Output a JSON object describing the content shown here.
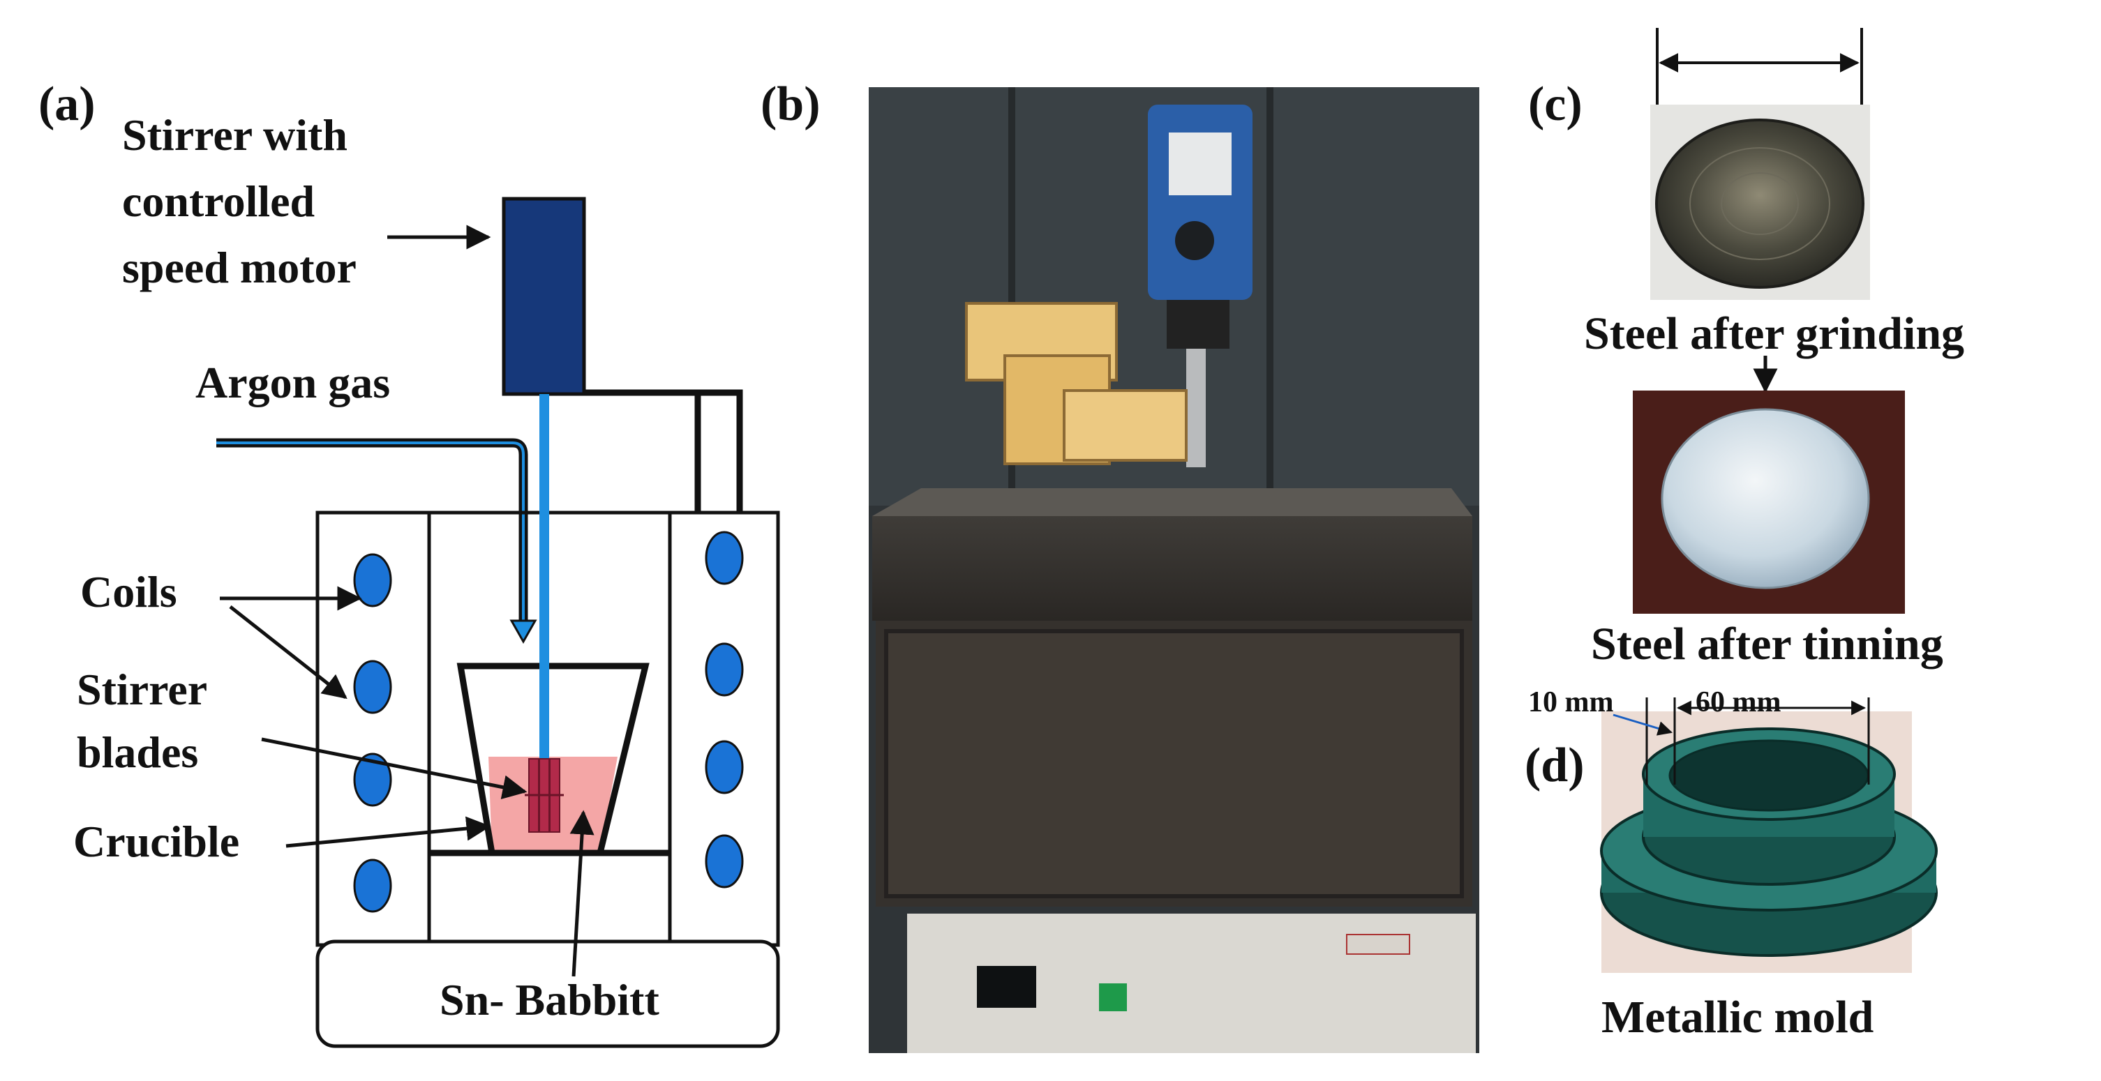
{
  "panels": {
    "a": {
      "tag": "(a)",
      "motor_label": [
        "Stirrer with",
        "controlled",
        "speed motor"
      ],
      "gas_label": "Argon gas",
      "coils_label": "Coils",
      "blades_label": [
        "Stirrer",
        "blades"
      ],
      "crucible_label": "Crucible",
      "melt_label": "Sn- Babbitt",
      "colors": {
        "motor": "#16387a",
        "shaft": "#1e8fe0",
        "coil": "#1a73d6",
        "melt": "#f4a6a6",
        "blade": "#b22a4a"
      }
    },
    "b": {
      "tag": "(b)",
      "photo": "stirring-furnace-setup-photo"
    },
    "c": {
      "tag": "(c)",
      "grinding_label": "Steel after  grinding",
      "tinning_label": "Steel after  tinning"
    },
    "d": {
      "tag": "(d)",
      "dim_10": "10 mm",
      "dim_60": "60 mm",
      "mold_label": "Metallic mold",
      "colors": {
        "mold": "#1f6b63"
      }
    }
  }
}
